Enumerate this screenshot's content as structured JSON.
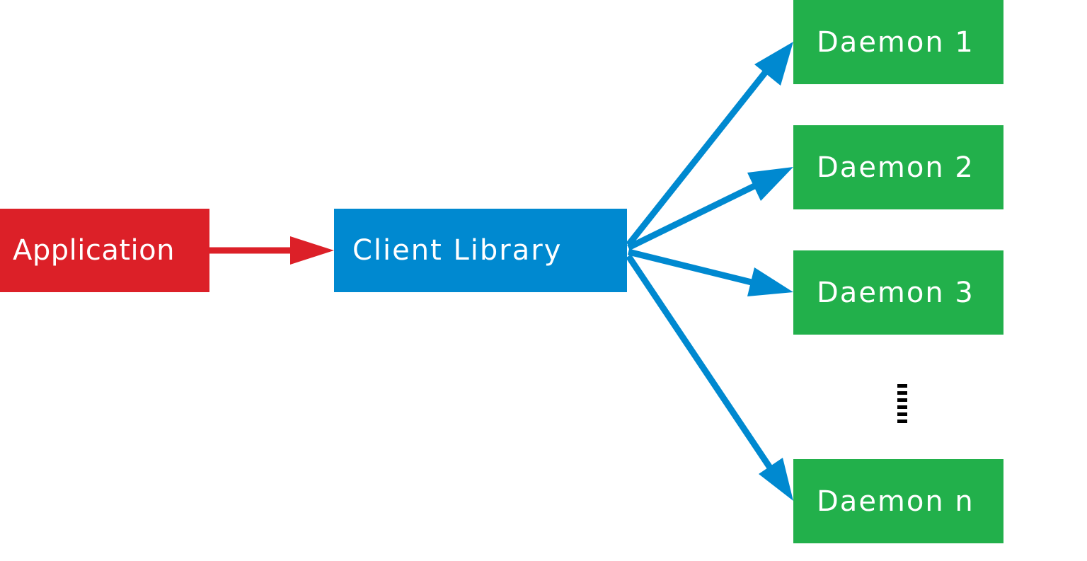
{
  "colors": {
    "application": "#dc2028",
    "client_library": "#0089d0",
    "daemon": "#22b04b",
    "application_arrow": "#dc2028",
    "daemon_arrows": "#0089d0",
    "ellipsis": "#000000"
  },
  "nodes": {
    "application": {
      "label": "Application"
    },
    "client_library": {
      "label": "Client Library"
    },
    "daemons": [
      {
        "label": "Daemon 1"
      },
      {
        "label": "Daemon 2"
      },
      {
        "label": "Daemon 3"
      },
      {
        "label": "Daemon n"
      }
    ]
  },
  "edges": [
    {
      "from": "Application",
      "to": "Client Library"
    },
    {
      "from": "Client Library",
      "to": "Daemon 1"
    },
    {
      "from": "Client Library",
      "to": "Daemon 2"
    },
    {
      "from": "Client Library",
      "to": "Daemon 3"
    },
    {
      "from": "Client Library",
      "to": "Daemon n"
    }
  ],
  "ellipsis_icon": "vertical-ellipsis-icon"
}
